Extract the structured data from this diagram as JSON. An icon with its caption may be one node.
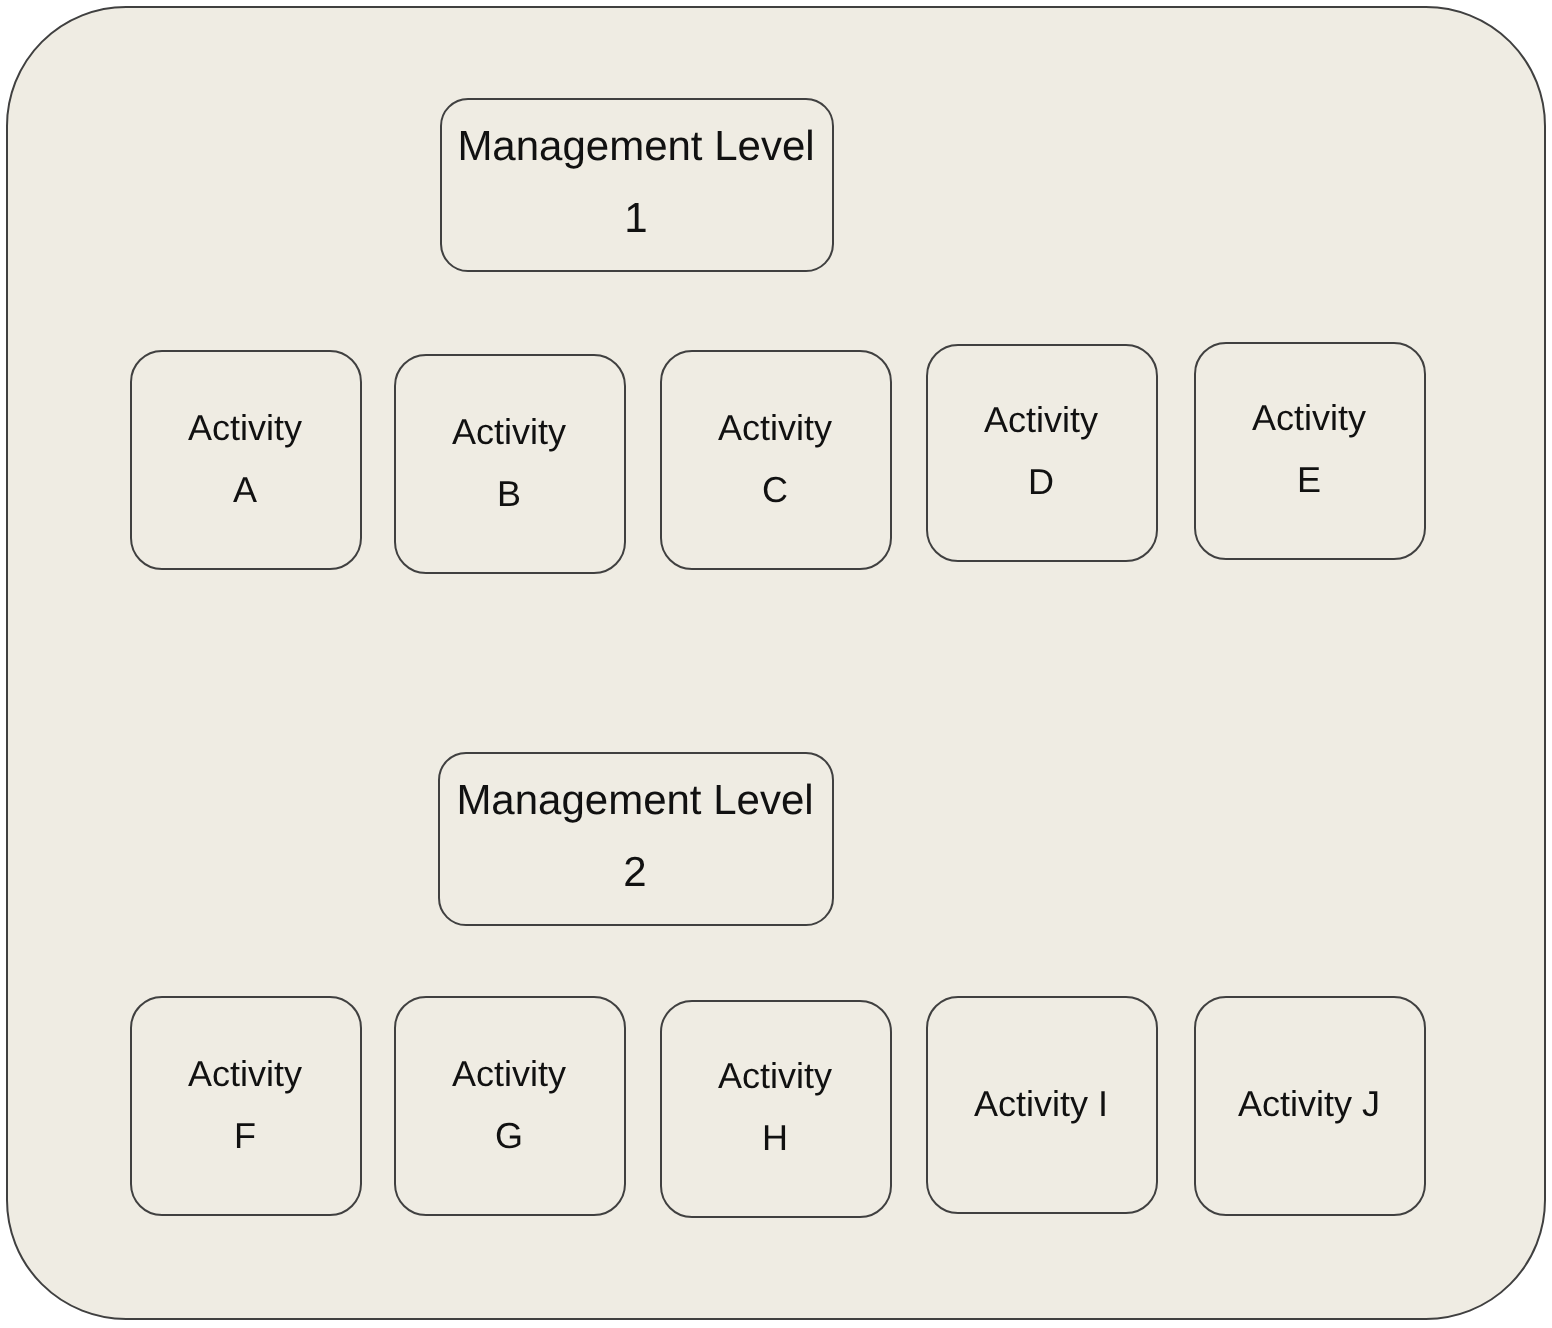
{
  "diagram": {
    "nodes": [
      {
        "text": [],
        "shape": "box"
      },
      {
        "text": [
          "Management Level 1"
        ],
        "in": 0
      },
      {
        "text": [
          "Activity A"
        ],
        "in": 0
      },
      {
        "text": [
          "Activity B"
        ],
        "in": 0
      },
      {
        "text": [
          "Activity C"
        ],
        "in": 0
      },
      {
        "text": [
          "Activity D"
        ],
        "in": 0
      },
      {
        "text": [
          "Activity E"
        ],
        "in": 0
      },
      {
        "text": [
          "Management Level 2"
        ],
        "in": 0
      },
      {
        "text": [
          "Activity F"
        ],
        "in": 0
      },
      {
        "text": [
          "Activity G"
        ],
        "in": 0
      },
      {
        "text": [
          "Activity H"
        ],
        "in": 0
      },
      {
        "text": [
          "Activity I"
        ],
        "in": 0
      },
      {
        "text": [
          "Activity J"
        ],
        "in": 0
      }
    ]
  }
}
